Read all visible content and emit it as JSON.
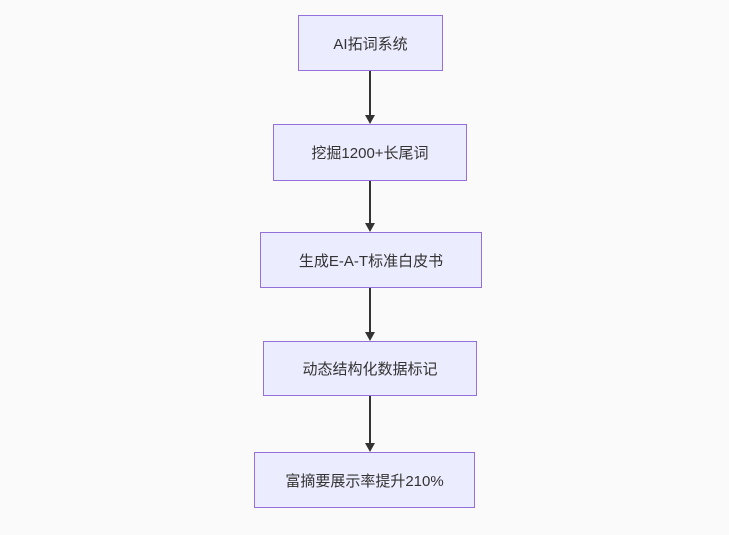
{
  "diagram": {
    "type": "flowchart",
    "direction": "top-down",
    "colors": {
      "background": "#fafafa",
      "node_fill": "#ECECFF",
      "node_border": "#9370DB",
      "arrow": "#333333",
      "text": "#333333"
    },
    "nodes": [
      {
        "label": "AI拓词系统"
      },
      {
        "label": "挖掘1200+长尾词"
      },
      {
        "label": "生成E-A-T标准白皮书"
      },
      {
        "label": "动态结构化数据标记"
      },
      {
        "label": "富摘要展示率提升210%"
      }
    ],
    "edges": [
      {
        "from": 0,
        "to": 1
      },
      {
        "from": 1,
        "to": 2
      },
      {
        "from": 2,
        "to": 3
      },
      {
        "from": 3,
        "to": 4
      }
    ]
  }
}
